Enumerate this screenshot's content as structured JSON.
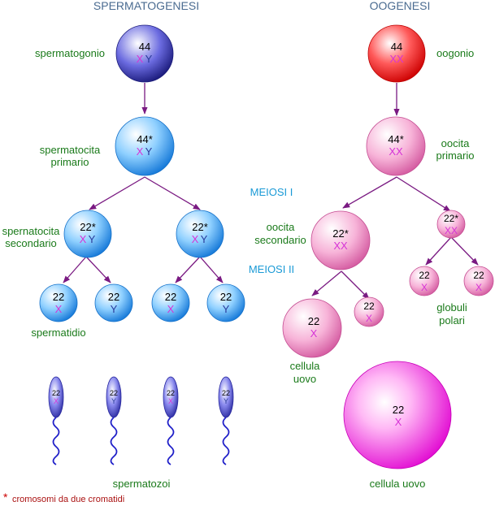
{
  "titles": {
    "left": "SPERMATOGENESI",
    "right": "OOGENESI"
  },
  "phases": {
    "meiosis1": "MEIOSI I",
    "meiosis2": "MEIOSI II"
  },
  "labels": {
    "spermatogonium": "spermatogonio",
    "primary_spermatocyte_1": "spermatocita",
    "primary_spermatocyte_2": "primario",
    "secondary_spermatocyte_1": "spernatocita",
    "secondary_spermatocyte_2": "secondario",
    "spermatid": "spermatidio",
    "spermatozoa": "spermatozoi",
    "oogonium": "oogonio",
    "primary_oocyte_1": "oocita",
    "primary_oocyte_2": "primario",
    "secondary_oocyte_1": "oocita",
    "secondary_oocyte_2": "secondario",
    "egg_small_1": "cellula",
    "egg_small_2": "uovo",
    "polar_1": "globuli",
    "polar_2": "polari",
    "egg_large": "cellula uovo"
  },
  "chromosomes": {
    "n44": "44",
    "n44s": "44*",
    "n22": "22",
    "n22s": "22*",
    "xy": "XY",
    "xx": "XX",
    "x": "X",
    "y": "Y"
  },
  "footnote": {
    "star": "*",
    "text": "cromosomi da due cromatidi"
  },
  "colors": {
    "title": "#4a6b90",
    "label": "#1a7a1a",
    "phase": "#1a9ad6",
    "arrow": "#7a1a82",
    "x": "#d633d6",
    "y": "#2a3a9a",
    "footnote_star": "#cc0000",
    "footnote_text": "#aa1111"
  }
}
